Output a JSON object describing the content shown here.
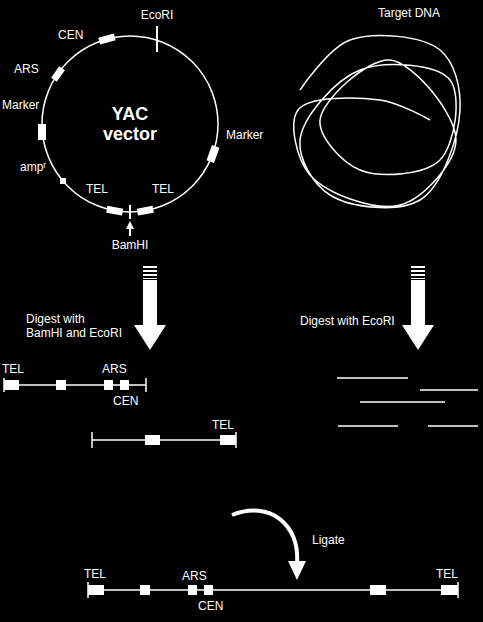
{
  "diagram": {
    "nodes": [
      {
        "text": [
          "YAC vector"
        ]
      }
    ],
    "labels": [
      "EcoRI",
      "CEN",
      "ARS",
      "Marker",
      "Marker",
      "ampʳ",
      "TEL",
      "TEL",
      "BamHI",
      "Target DNA",
      "Digest with BamHI and EcoRI",
      "Digest with EcoRI",
      "TEL",
      "ARS",
      "CEN",
      "TEL",
      "Ligate",
      "TEL",
      "ARS",
      "CEN",
      "TEL"
    ]
  }
}
